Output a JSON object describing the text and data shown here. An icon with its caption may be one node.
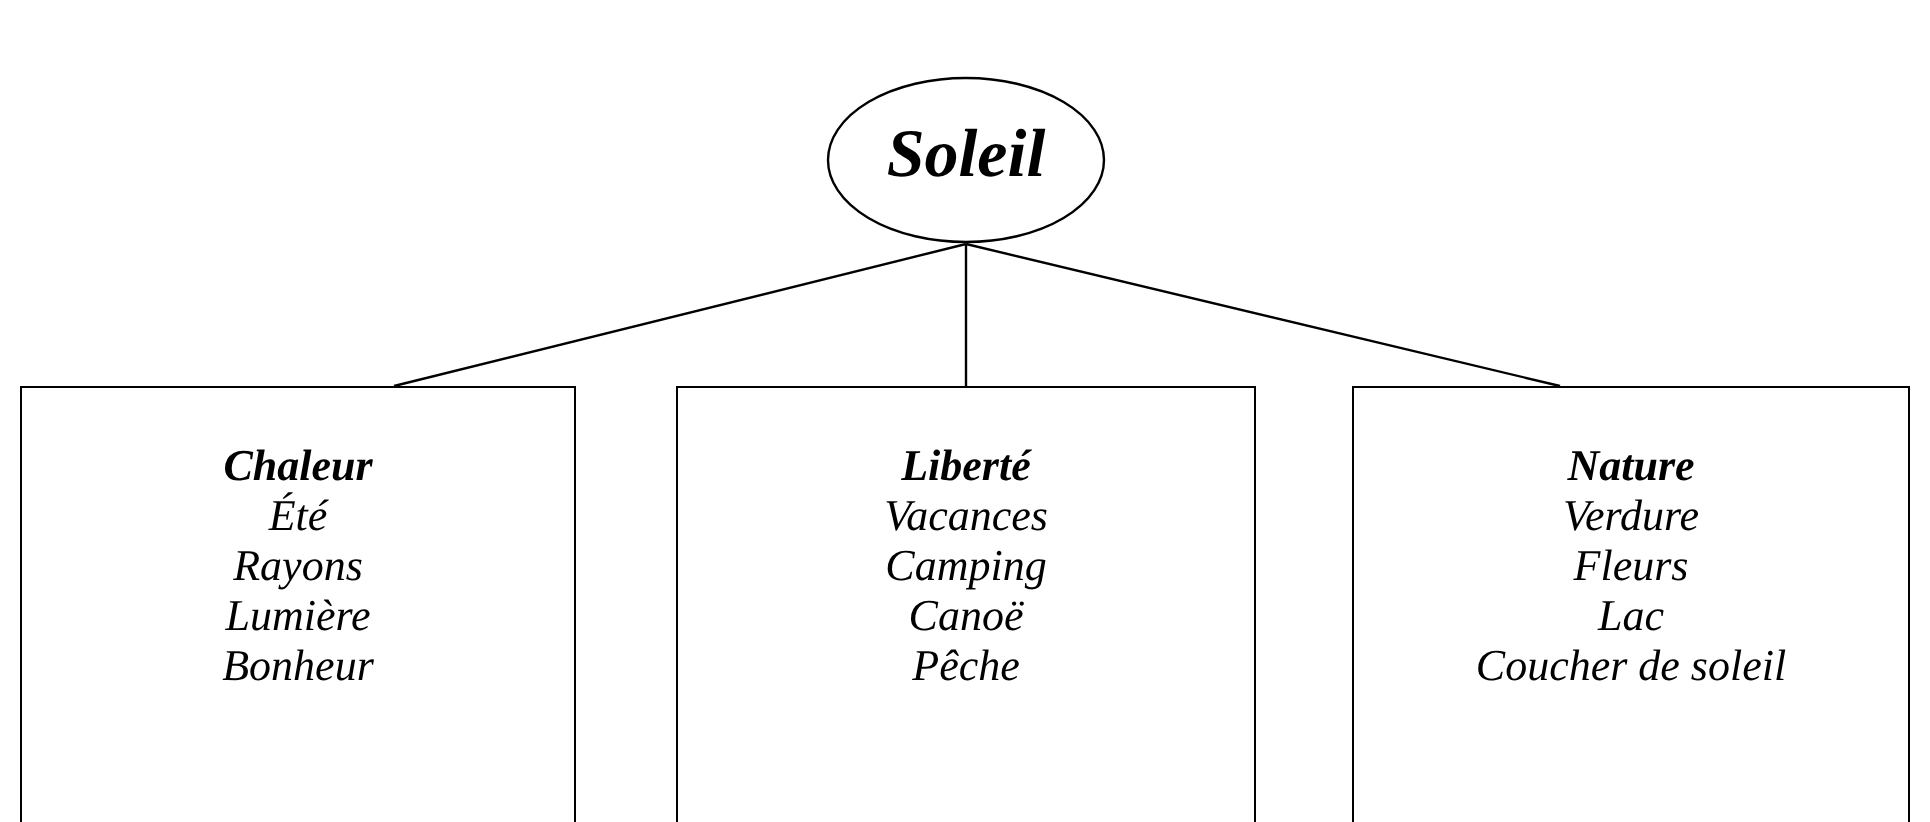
{
  "diagram": {
    "nodes": [
      {
        "text": [
          "Soleil"
        ]
      },
      {
        "text": [
          "Chaleur",
          "Été",
          "Rayons",
          "Lumière",
          "Bonheur"
        ]
      },
      {
        "text": [
          "Liberté",
          "Vacances",
          "Camping",
          "Canoë",
          "Pêche"
        ]
      },
      {
        "text": [
          "Nature",
          "Verdure",
          "Fleurs",
          "Lac",
          "Coucher de soleil"
        ]
      }
    ],
    "edges": [
      {
        "from": 0,
        "to": 1,
        "arrow": "none"
      },
      {
        "from": 0,
        "to": 2,
        "arrow": "none"
      },
      {
        "from": 0,
        "to": 3,
        "arrow": "none"
      }
    ]
  }
}
